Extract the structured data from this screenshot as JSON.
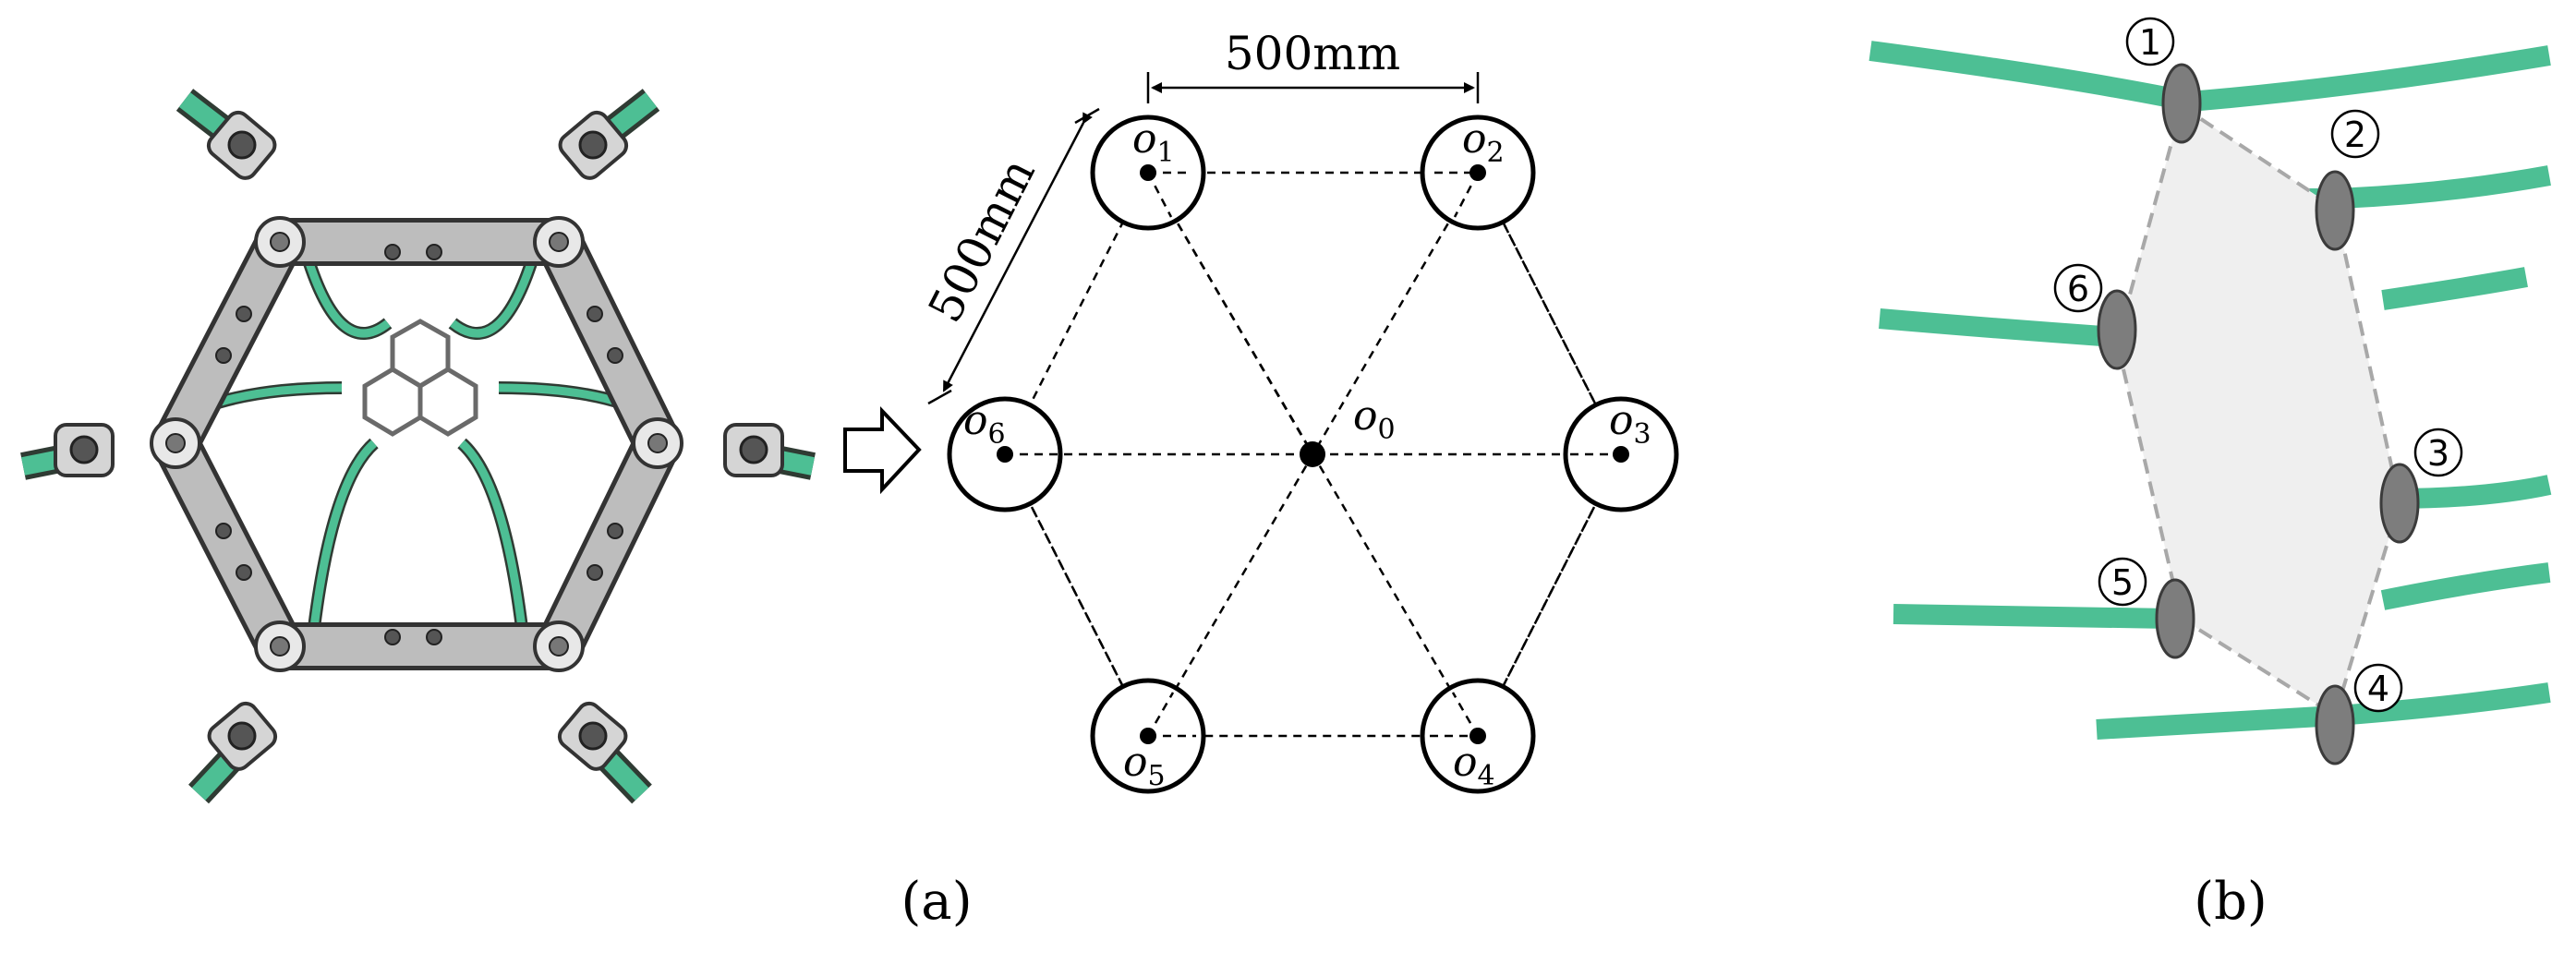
{
  "panel_a": {
    "caption": "(a)",
    "dimension_horizontal": "500mm",
    "dimension_diagonal": "500mm",
    "node_labels": {
      "o0": {
        "base": "o",
        "sub": "0"
      },
      "o1": {
        "base": "o",
        "sub": "1"
      },
      "o2": {
        "base": "o",
        "sub": "2"
      },
      "o3": {
        "base": "o",
        "sub": "3"
      },
      "o4": {
        "base": "o",
        "sub": "4"
      },
      "o5": {
        "base": "o",
        "sub": "5"
      },
      "o6": {
        "base": "o",
        "sub": "6"
      }
    },
    "arrow_icon": "right-outline-arrow-icon"
  },
  "panel_b": {
    "caption": "(b)",
    "gripper_labels": [
      "1",
      "2",
      "3",
      "4",
      "5",
      "6"
    ]
  },
  "colors": {
    "rope_green": "#4dbf94",
    "frame_gray": "#b9b9b9",
    "gripper_gray": "#7d7d7d",
    "area_fill": "#efefef",
    "ink": "#000000"
  }
}
